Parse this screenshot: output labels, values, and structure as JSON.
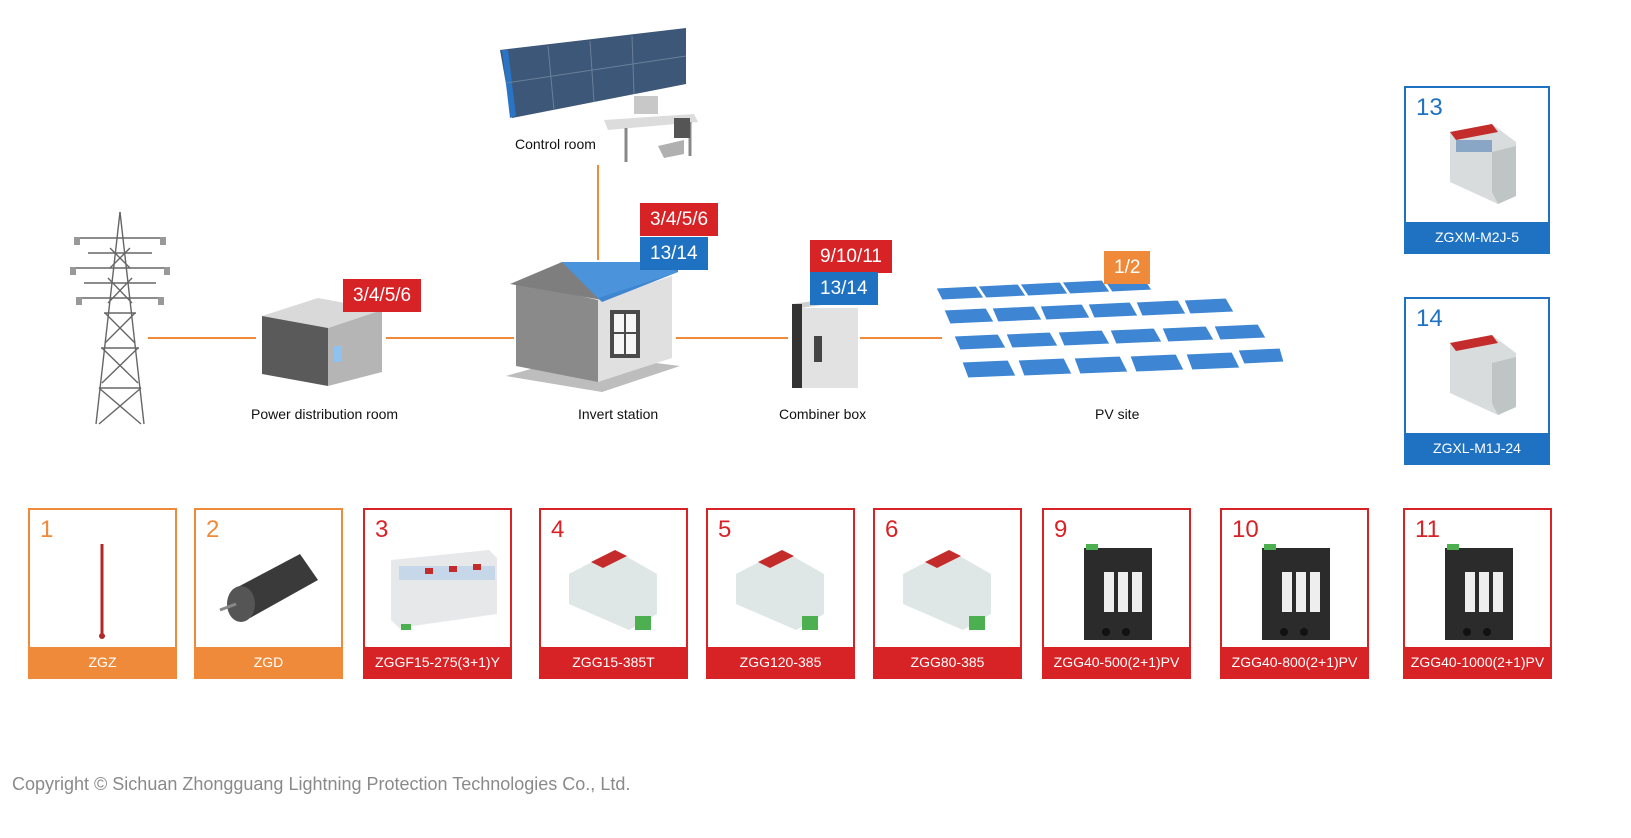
{
  "nodes": {
    "control_room": "Control room",
    "power_distribution_room": "Power distribution room",
    "invert_station": "Invert station",
    "combiner_box": "Combiner box",
    "pv_site": "PV site"
  },
  "tags": {
    "power_room": "3/4/5/6",
    "invert_red": "3/4/5/6",
    "invert_blue": "13/14",
    "combiner_red": "9/10/11",
    "combiner_blue": "13/14",
    "pv": "1/2"
  },
  "products": [
    {
      "num": "1",
      "model": "ZGZ",
      "color": "#ef8a3a",
      "icon": "lightning-rod-icon"
    },
    {
      "num": "2",
      "model": "ZGD",
      "color": "#ef8a3a",
      "icon": "grounding-module-icon"
    },
    {
      "num": "3",
      "model": "ZGGF15-275(3+1)Y",
      "color": "#d72226",
      "icon": "surge-protector-4pole-icon"
    },
    {
      "num": "4",
      "model": "ZGG15-385T",
      "color": "#d72226",
      "icon": "surge-protector-icon"
    },
    {
      "num": "5",
      "model": "ZGG120-385",
      "color": "#d72226",
      "icon": "surge-protector-icon"
    },
    {
      "num": "6",
      "model": "ZGG80-385",
      "color": "#d72226",
      "icon": "surge-protector-icon"
    },
    {
      "num": "9",
      "model": "ZGG40-500(2+1)PV",
      "color": "#d72226",
      "icon": "pv-surge-protector-icon"
    },
    {
      "num": "10",
      "model": "ZGG40-800(2+1)PV",
      "color": "#d72226",
      "icon": "pv-surge-protector-icon"
    },
    {
      "num": "11",
      "model": "ZGG40-1000(2+1)PV",
      "color": "#d72226",
      "icon": "pv-surge-protector-icon"
    }
  ],
  "side_products": [
    {
      "num": "13",
      "model": "ZGXM-M2J-5",
      "color": "#1f72c2",
      "icon": "signal-protector-icon"
    },
    {
      "num": "14",
      "model": "ZGXL-M1J-24",
      "color": "#1f72c2",
      "icon": "signal-protector-icon"
    }
  ],
  "colors": {
    "orange": "#ef8a3a",
    "red": "#d72226",
    "blue": "#1f72c2"
  },
  "copyright": "Copyright © Sichuan Zhongguang Lightning Protection Technologies Co., Ltd."
}
